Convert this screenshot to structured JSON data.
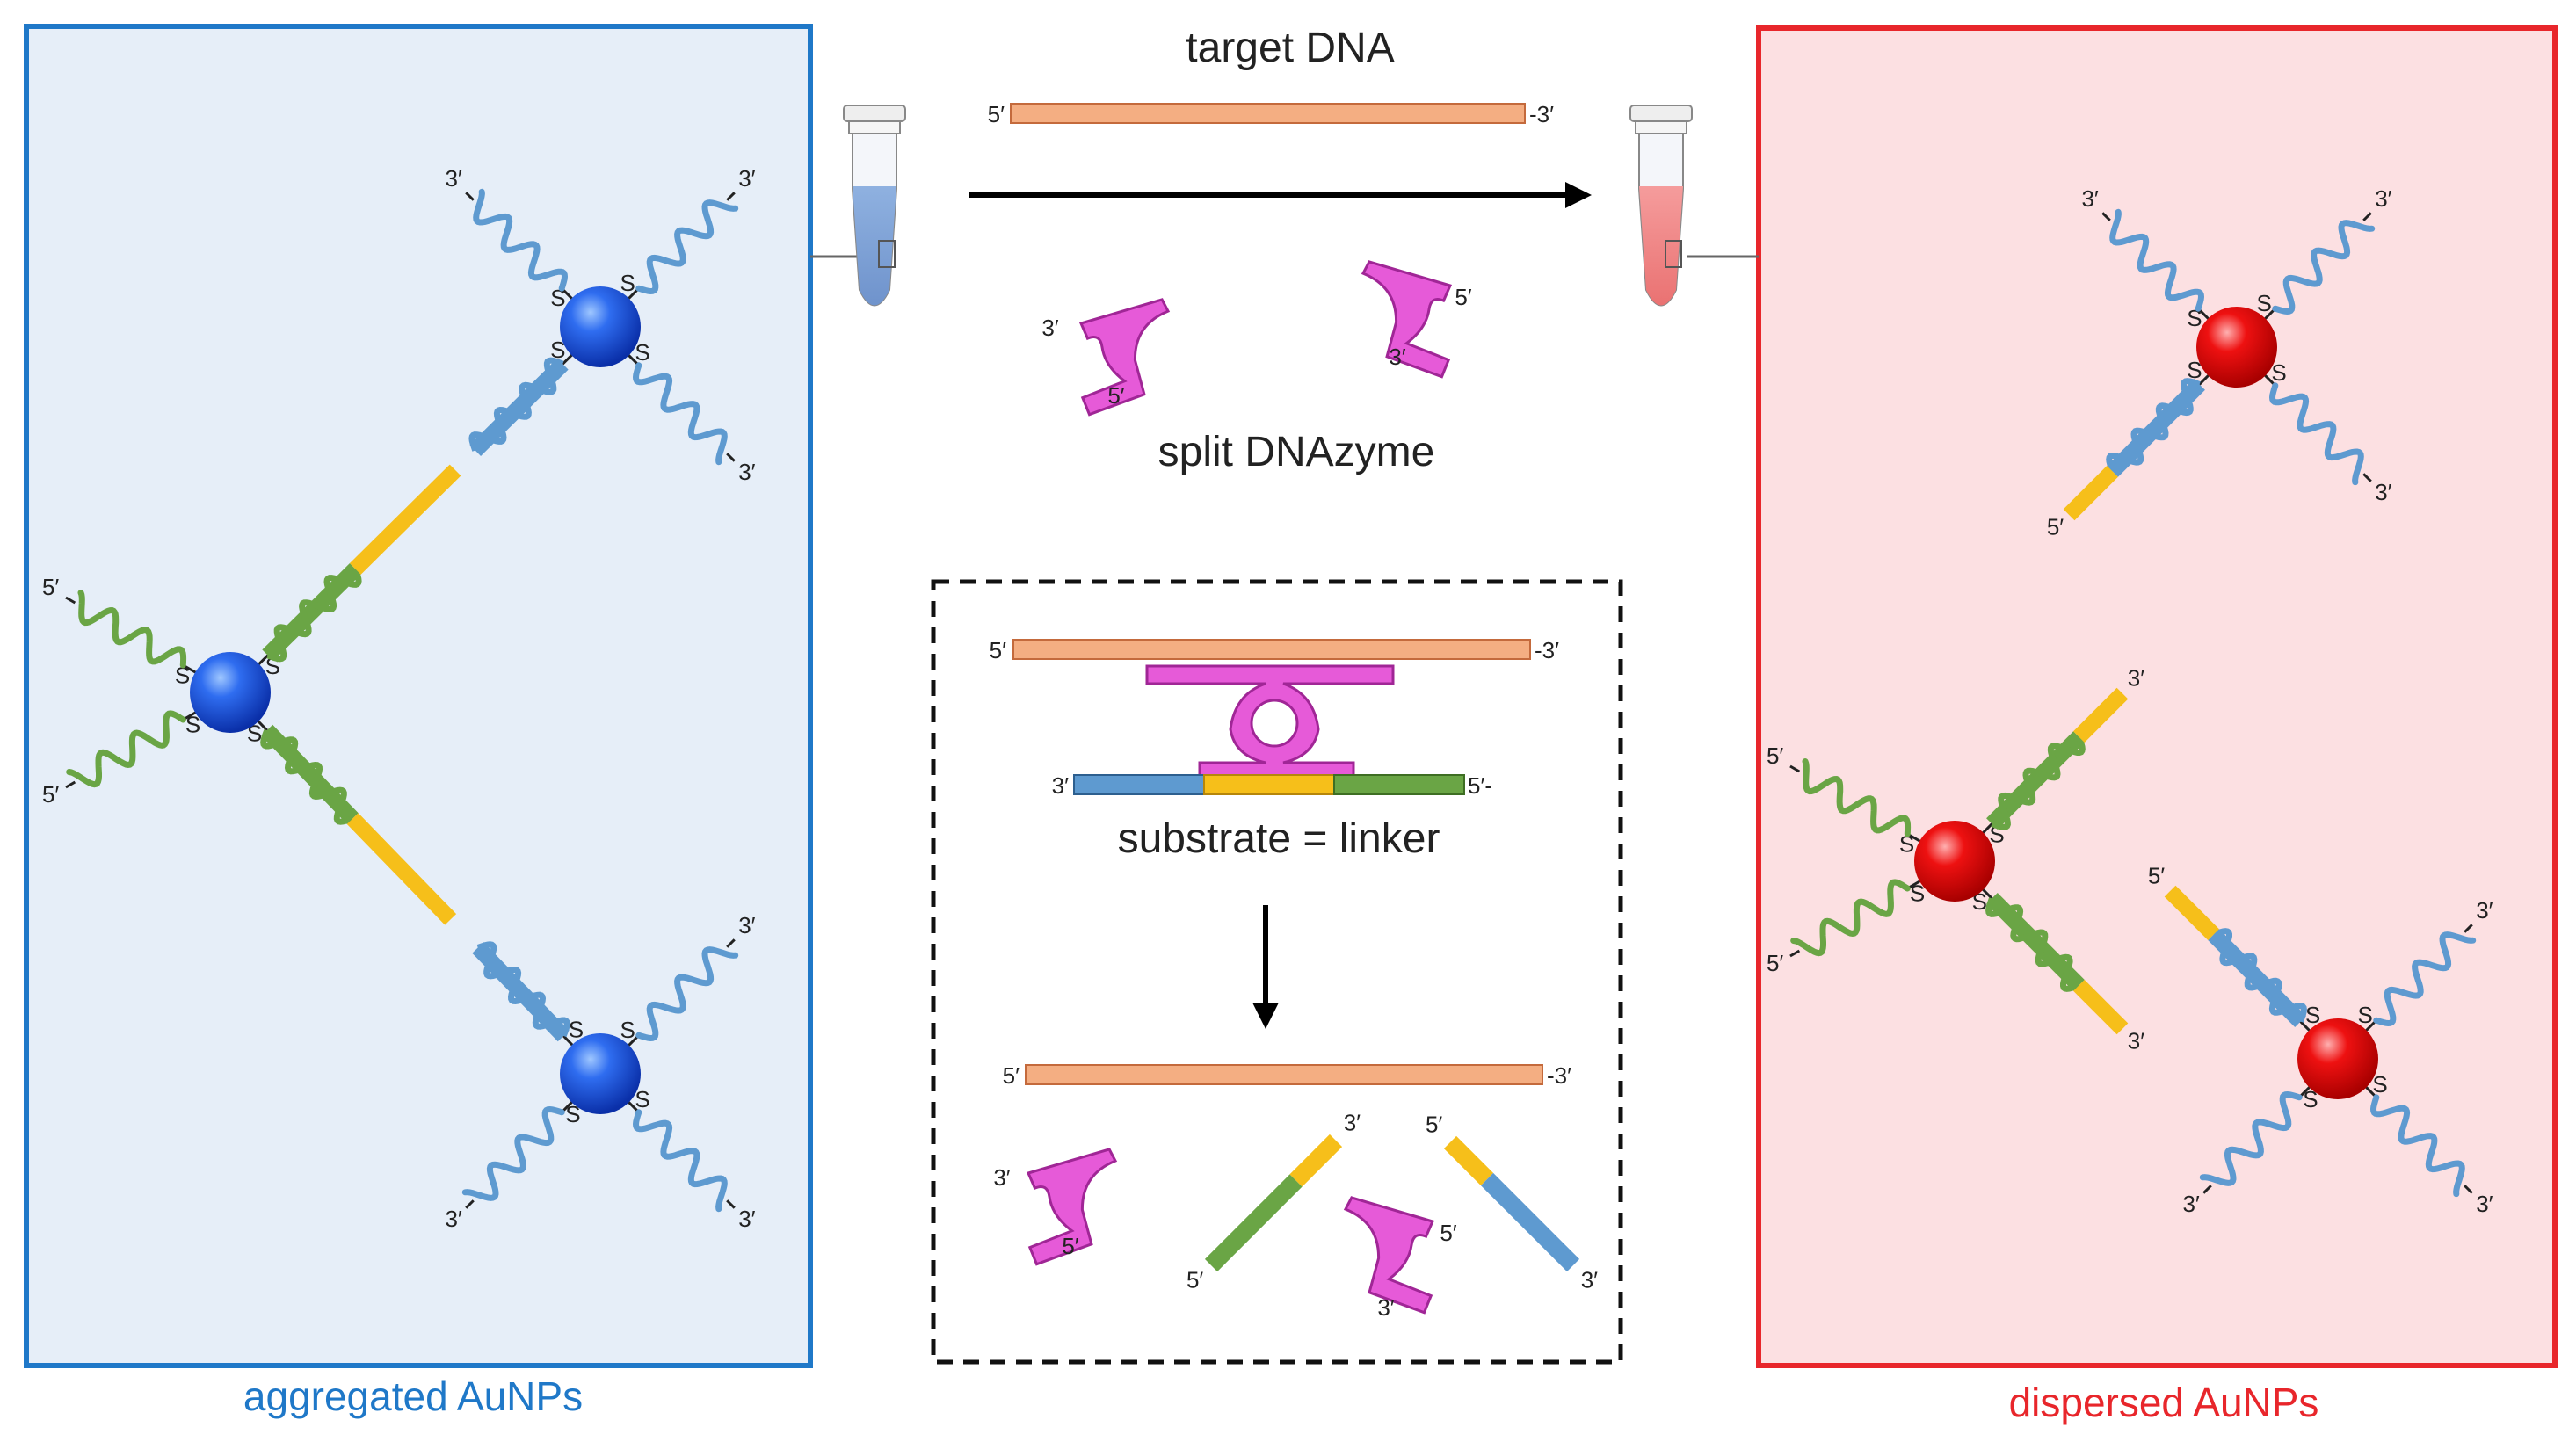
{
  "colors": {
    "aggregated_panel_border": "#1f78c8",
    "aggregated_panel_fill": "#e6eef8",
    "dispersed_panel_border": "#e8262b",
    "dispersed_panel_fill": "#fce0e2",
    "target_dna": "#f4ae82",
    "split_dnazyme": "#e65ad8",
    "linker_blue": "#5e9ad0",
    "linker_yellow": "#f6bf1a",
    "linker_green": "#6aa545",
    "aunp_aggregated": "#1450e6",
    "aunp_dispersed": "#e60000"
  },
  "labels": {
    "target_dna": "target DNA",
    "split_dnazyme": "split DNAzyme",
    "substrate_linker": "substrate = linker",
    "aggregated": "aggregated AuNPs",
    "dispersed": "dispersed AuNPs",
    "prime5": "5′",
    "prime3": "3′",
    "prime5_dash": "5′-",
    "prime3_dash": "-3′",
    "sulfur": "S"
  },
  "icons": {
    "tube_left": "microcentrifuge-tube-blue-icon",
    "tube_right": "microcentrifuge-tube-red-icon",
    "reaction_arrow": "arrow-right-icon",
    "cleavage_arrow": "arrow-down-icon"
  }
}
